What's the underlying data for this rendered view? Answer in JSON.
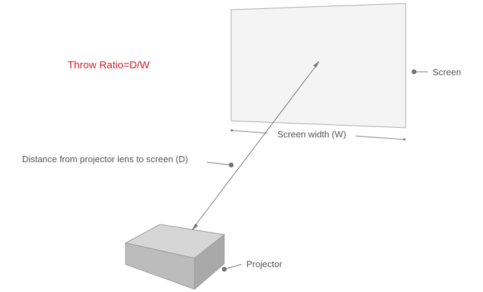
{
  "title": "Throw Ratio=D/W",
  "labels": {
    "screen": "Screen",
    "screen_width": "Screen width (W)",
    "distance": "Distance from projector lens to screen (D)",
    "projector": "Projector"
  },
  "colors": {
    "title": "#d31f2a",
    "text": "#555555",
    "line": "#707070",
    "screen_fill": "#f4f4f4",
    "screen_border": "#a8a8a8",
    "projector_top": "#d6d6d6",
    "projector_front": "#bcbcbc",
    "projector_side": "#a9a9a9",
    "dot": "#737373"
  }
}
